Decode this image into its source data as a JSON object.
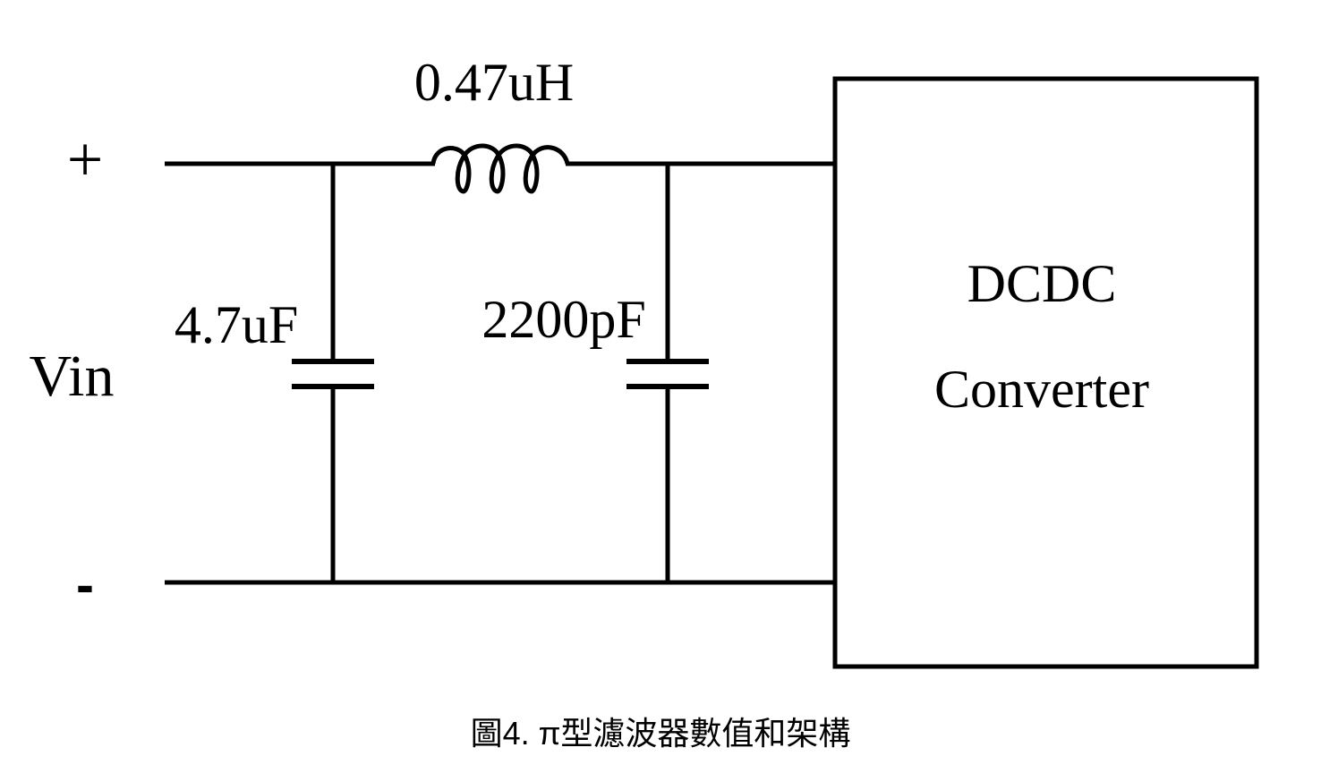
{
  "diagram": {
    "input": {
      "label": "Vin",
      "positive_label": "+",
      "negative_label": "-"
    },
    "components": {
      "input_capacitor": {
        "value": "4.7uF"
      },
      "inductor": {
        "value": "0.47uH"
      },
      "output_capacitor": {
        "value": "2200pF"
      }
    },
    "converter": {
      "line1": "DCDC",
      "line2": "Converter"
    },
    "caption": "圖4. π型濾波器數值和架構"
  }
}
